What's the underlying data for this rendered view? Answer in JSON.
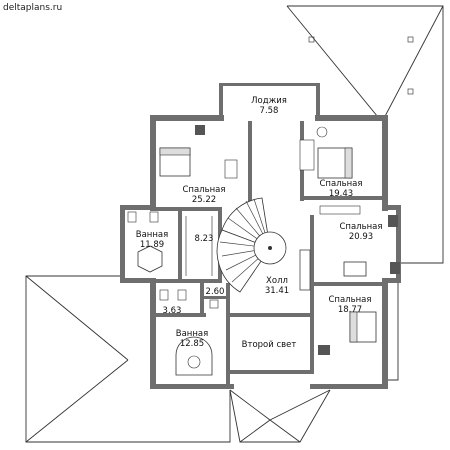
{
  "watermark": "deltaplans.ru",
  "rooms": [
    {
      "id": "loggia",
      "name": "Лоджия",
      "area": "7.58"
    },
    {
      "id": "bed1",
      "name": "Спальная",
      "area": "25.22"
    },
    {
      "id": "bed2",
      "name": "Спальная",
      "area": "19.43"
    },
    {
      "id": "bath1",
      "name": "Ванная",
      "area": "11.89"
    },
    {
      "id": "closet",
      "name": "",
      "area": "8.23"
    },
    {
      "id": "bed3",
      "name": "Спальная",
      "area": "20.93"
    },
    {
      "id": "hall",
      "name": "Холл",
      "area": "31.41"
    },
    {
      "id": "wc",
      "name": "",
      "area": "2.60"
    },
    {
      "id": "storage",
      "name": "",
      "area": "3.63"
    },
    {
      "id": "bath2",
      "name": "Ванная",
      "area": "12.85"
    },
    {
      "id": "void",
      "name": "Второй свет",
      "area": ""
    },
    {
      "id": "bed4",
      "name": "Спальная",
      "area": "18.77"
    }
  ],
  "colors": {
    "wall": "#6e6e6e",
    "line": "#333333"
  }
}
